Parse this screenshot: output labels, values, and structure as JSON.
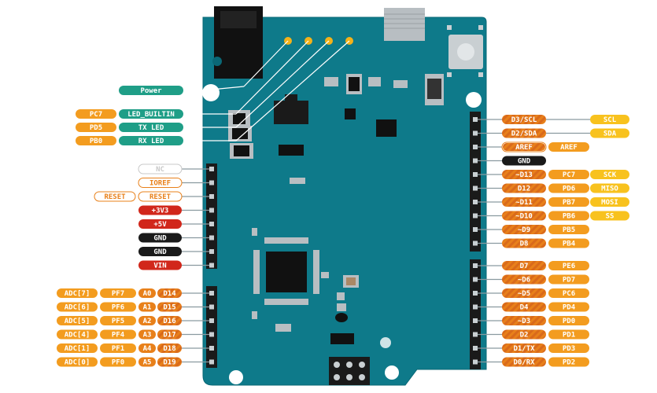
{
  "colors": {
    "board": "#0e7a8a",
    "board_edge": "#0a6876",
    "teal_label": "#1f9e87",
    "orange": "#f39c1f",
    "orange_dark": "#e8801a",
    "hatch": "#de6b1d",
    "red": "#d1271b",
    "black": "#1a1a1a",
    "yellow": "#f8c21e",
    "outline_orange": "#e8801a",
    "outline_gray": "#c8c8c8"
  },
  "top_left": {
    "power": "Power",
    "led_builtin": {
      "port": "PC7",
      "name": "LED_BUILTIN"
    },
    "tx_led": {
      "port": "PD5",
      "name": "TX LED"
    },
    "rx_led": {
      "port": "PB0",
      "name": "RX LED"
    }
  },
  "left_header": [
    {
      "name": "NC",
      "style": "gray-outline"
    },
    {
      "name": "IOREF",
      "style": "orange-outline"
    },
    {
      "name": "RESET",
      "style": "orange-outline",
      "extra": "RESET"
    },
    {
      "name": "+3V3",
      "style": "red"
    },
    {
      "name": "+5V",
      "style": "red"
    },
    {
      "name": "GND",
      "style": "black"
    },
    {
      "name": "GND",
      "style": "black"
    },
    {
      "name": "VIN",
      "style": "red"
    }
  ],
  "analog": [
    {
      "adc": "ADC[7]",
      "port": "PF7",
      "a": "A0",
      "d": "D14"
    },
    {
      "adc": "ADC[6]",
      "port": "PF6",
      "a": "A1",
      "d": "D15"
    },
    {
      "adc": "ADC[5]",
      "port": "PF5",
      "a": "A2",
      "d": "D16"
    },
    {
      "adc": "ADC[4]",
      "port": "PF4",
      "a": "A3",
      "d": "D17"
    },
    {
      "adc": "ADC[1]",
      "port": "PF1",
      "a": "A4",
      "d": "D18"
    },
    {
      "adc": "ADC[0]",
      "port": "PF0",
      "a": "A5",
      "d": "D19"
    }
  ],
  "right_upper": [
    {
      "pin": "D3/SCL",
      "style": "hatch",
      "func": "SCL"
    },
    {
      "pin": "D2/SDA",
      "style": "hatch",
      "func": "SDA"
    },
    {
      "pin": "AREF",
      "style": "hatch-outline",
      "port": "AREF"
    },
    {
      "pin": "GND",
      "style": "black"
    },
    {
      "pin": "~D13",
      "style": "hatch",
      "port": "PC7",
      "func": "SCK"
    },
    {
      "pin": "D12",
      "style": "hatch",
      "port": "PD6",
      "func": "MISO"
    },
    {
      "pin": "~D11",
      "style": "hatch",
      "port": "PB7",
      "func": "MOSI"
    },
    {
      "pin": "~D10",
      "style": "hatch",
      "port": "PB6",
      "func": "SS"
    },
    {
      "pin": "~D9",
      "style": "hatch",
      "port": "PB5"
    },
    {
      "pin": "D8",
      "style": "hatch",
      "port": "PB4"
    }
  ],
  "right_lower": [
    {
      "pin": "D7",
      "port": "PE6"
    },
    {
      "pin": "~D6",
      "port": "PD7"
    },
    {
      "pin": "~D5",
      "port": "PC6"
    },
    {
      "pin": "D4",
      "port": "PD4"
    },
    {
      "pin": "~D3",
      "port": "PD0"
    },
    {
      "pin": "D2",
      "port": "PD1"
    },
    {
      "pin": "D1/TX",
      "port": "PD3"
    },
    {
      "pin": "D0/RX",
      "port": "PD2"
    }
  ]
}
